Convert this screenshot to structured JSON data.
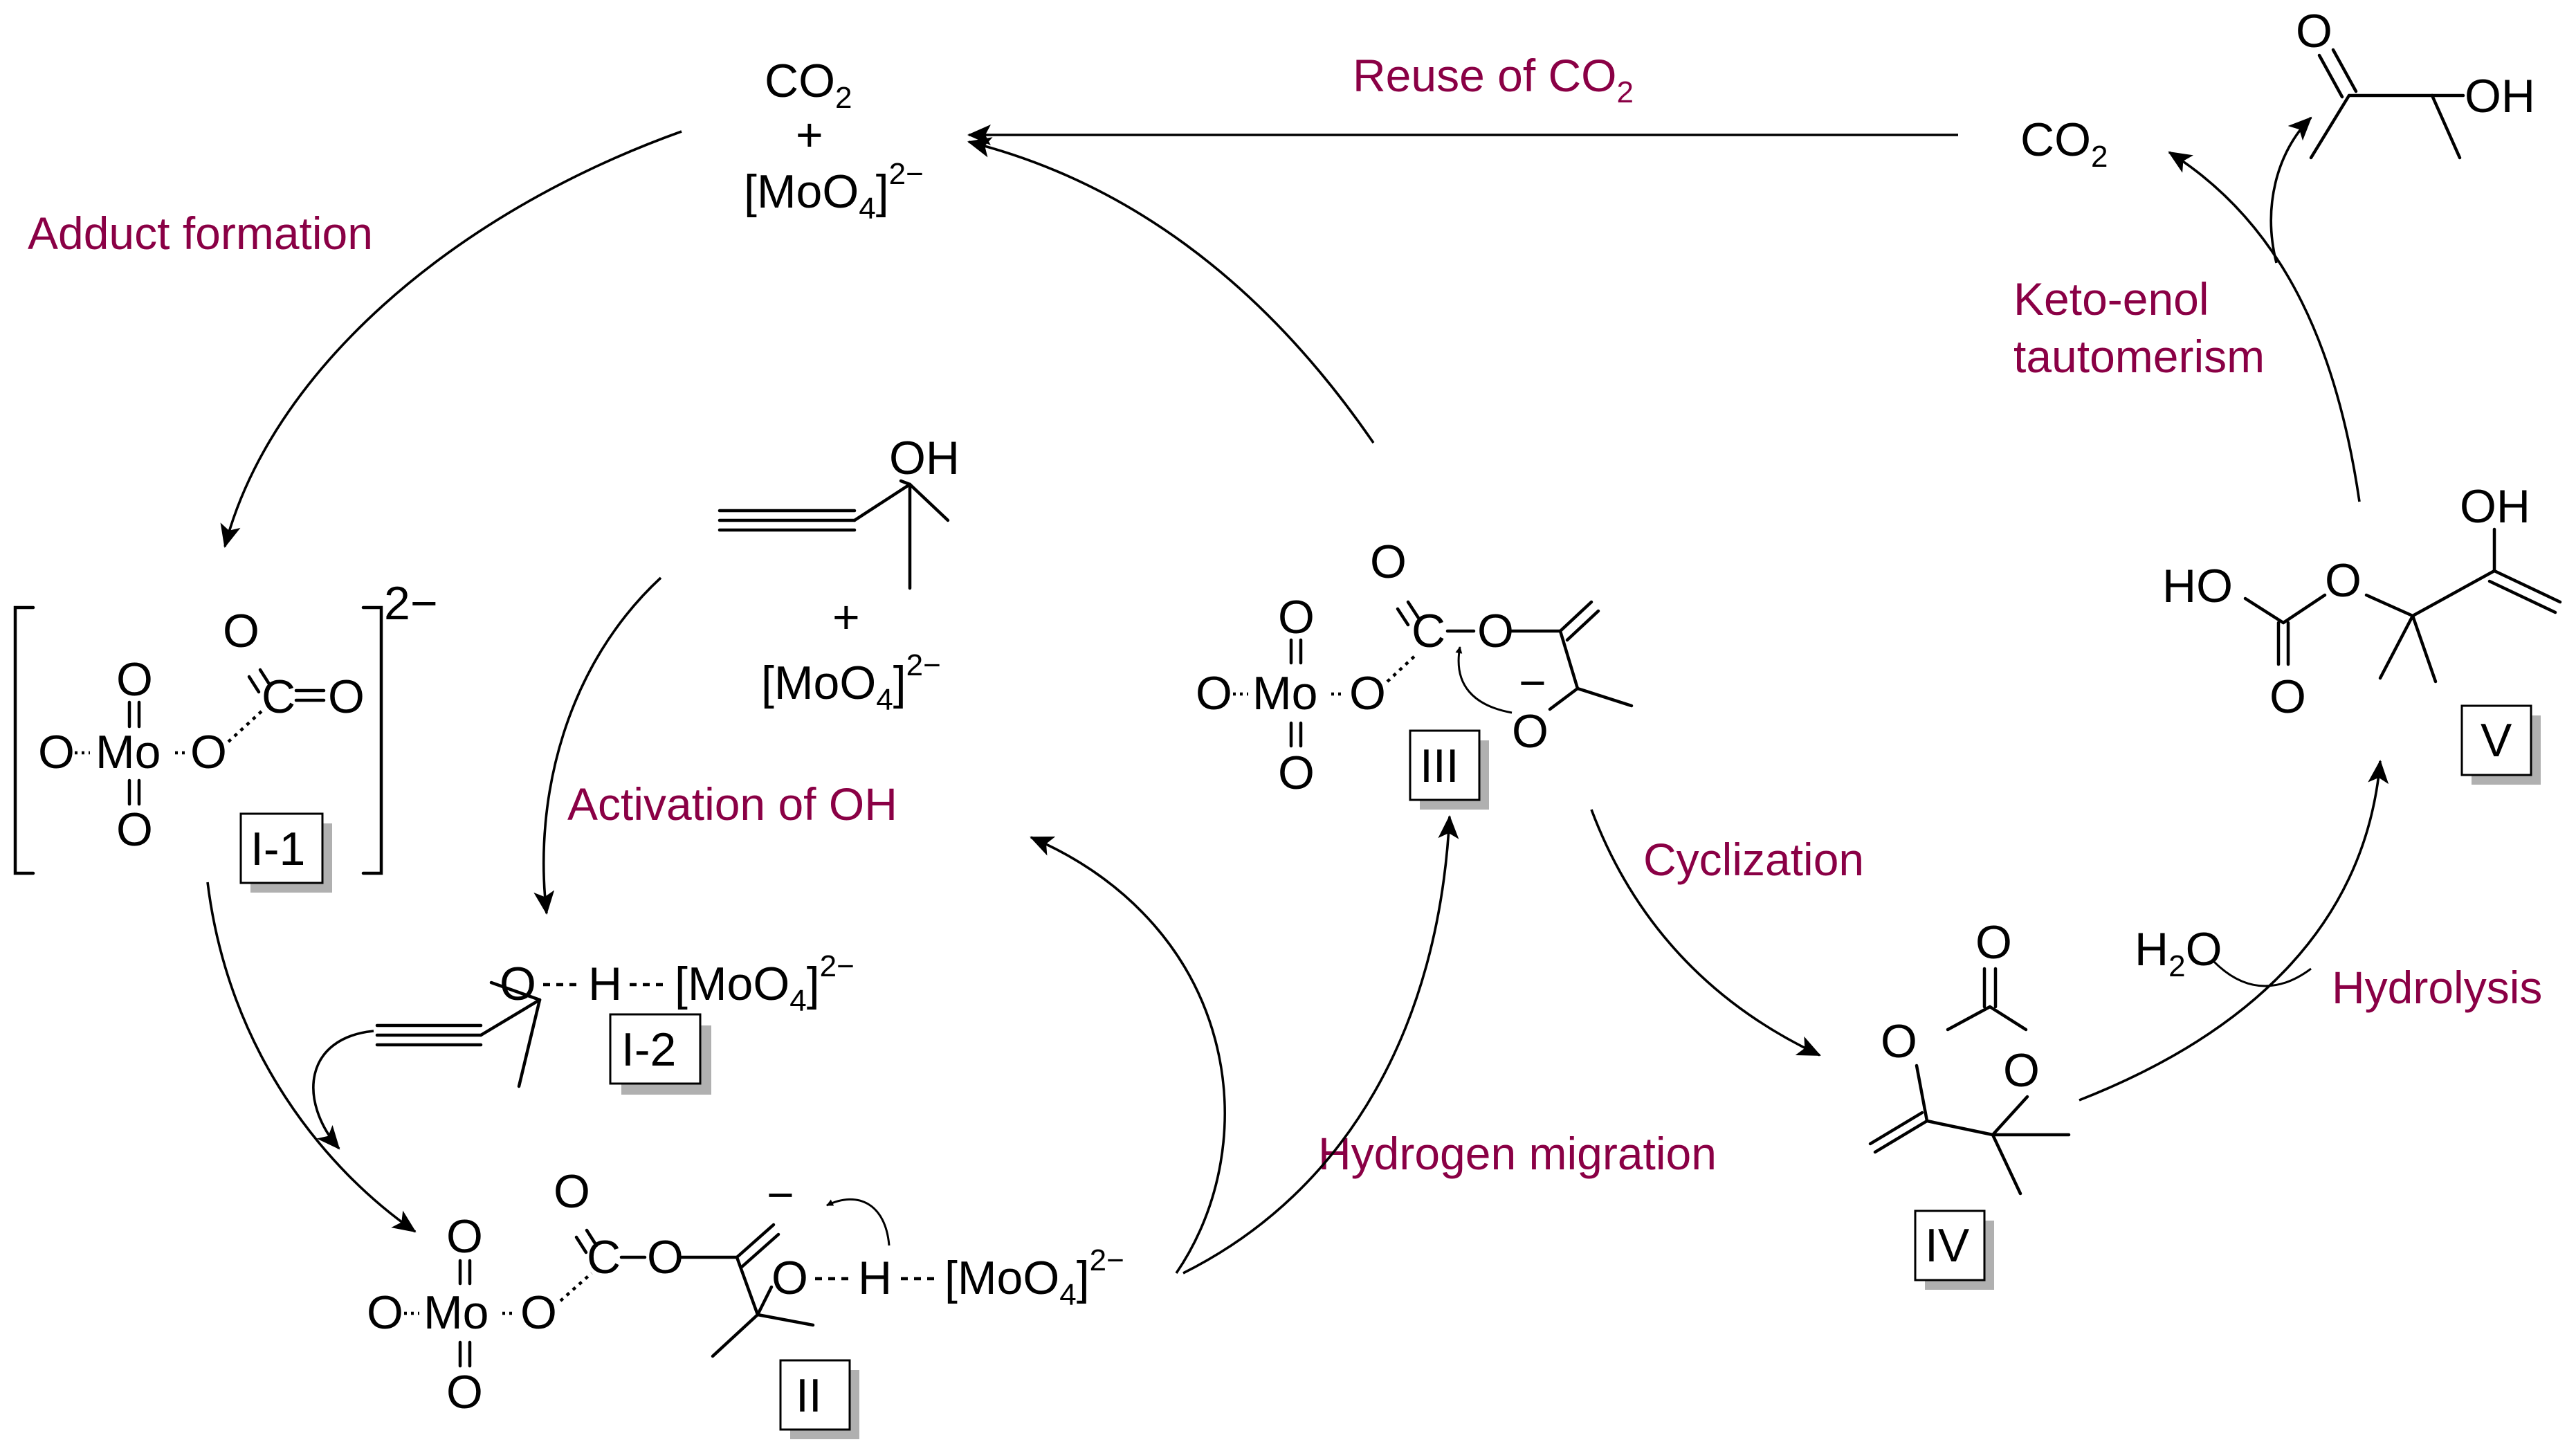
{
  "colors": {
    "step_label": "#8a0045",
    "structure": "#000000",
    "tag_shadow": "#b0b0b0"
  },
  "steps": {
    "adduct": "Adduct formation",
    "reuse": "Reuse of CO",
    "reuse_sub": "2",
    "activation": "Activation of OH",
    "migration": "Hydrogen migration",
    "cyclization": "Cyclization",
    "keto1": "Keto-enol",
    "keto2": "tautomerism",
    "hydrolysis": "Hydrolysis"
  },
  "tags": {
    "i1": "I-1",
    "i2": "I-2",
    "ii": "II",
    "iii": "III",
    "iv": "IV",
    "v": "V"
  },
  "species": {
    "co2": "CO",
    "co2_sub": "2",
    "plus": "+",
    "moo4_pre": "[MoO",
    "moo4_sub": "4",
    "moo4_post": "]",
    "charge2": "2−",
    "h2o_pre": "H",
    "h2o_sub": "2",
    "h2o_post": "O",
    "oh": "OH",
    "ho": "HO",
    "o": "O",
    "c": "C",
    "mo": "Mo",
    "h": "H",
    "minus": "−"
  }
}
